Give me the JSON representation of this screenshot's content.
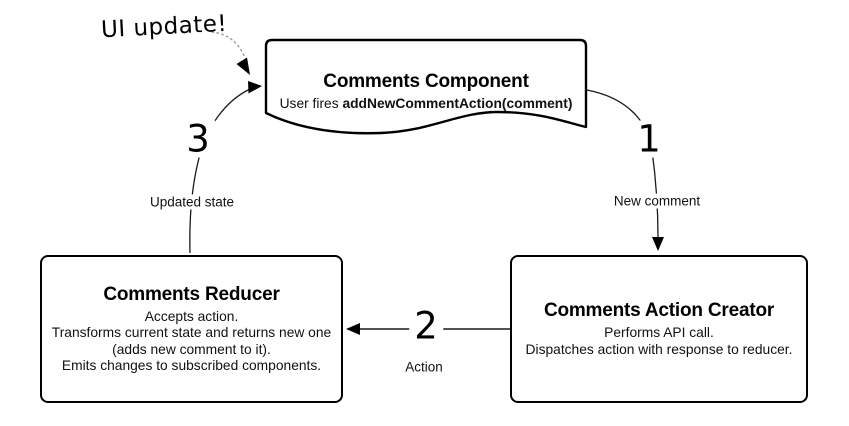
{
  "diagram": {
    "annotation": "UI update!",
    "nodes": {
      "component": {
        "title": "Comments Component",
        "body_prefix": "User fires ",
        "body_bold": "addNewCommentAction(comment)"
      },
      "action_creator": {
        "title": "Comments Action Creator",
        "lines": [
          "Performs API call.",
          "Dispatches action with response to reducer."
        ]
      },
      "reducer": {
        "title": "Comments Reducer",
        "lines": [
          "Accepts action.",
          "Transforms current state and returns new one",
          "(adds new comment to it).",
          "Emits changes to subscribed components."
        ]
      }
    },
    "arrows": {
      "step1": {
        "number": "1",
        "label": "New comment"
      },
      "step2": {
        "number": "2",
        "label": "Action"
      },
      "step3": {
        "number": "3",
        "label": "Updated state"
      }
    },
    "colors": {
      "ink": "#000000",
      "background": "#ffffff",
      "dotted_arrow": "#999999"
    }
  }
}
